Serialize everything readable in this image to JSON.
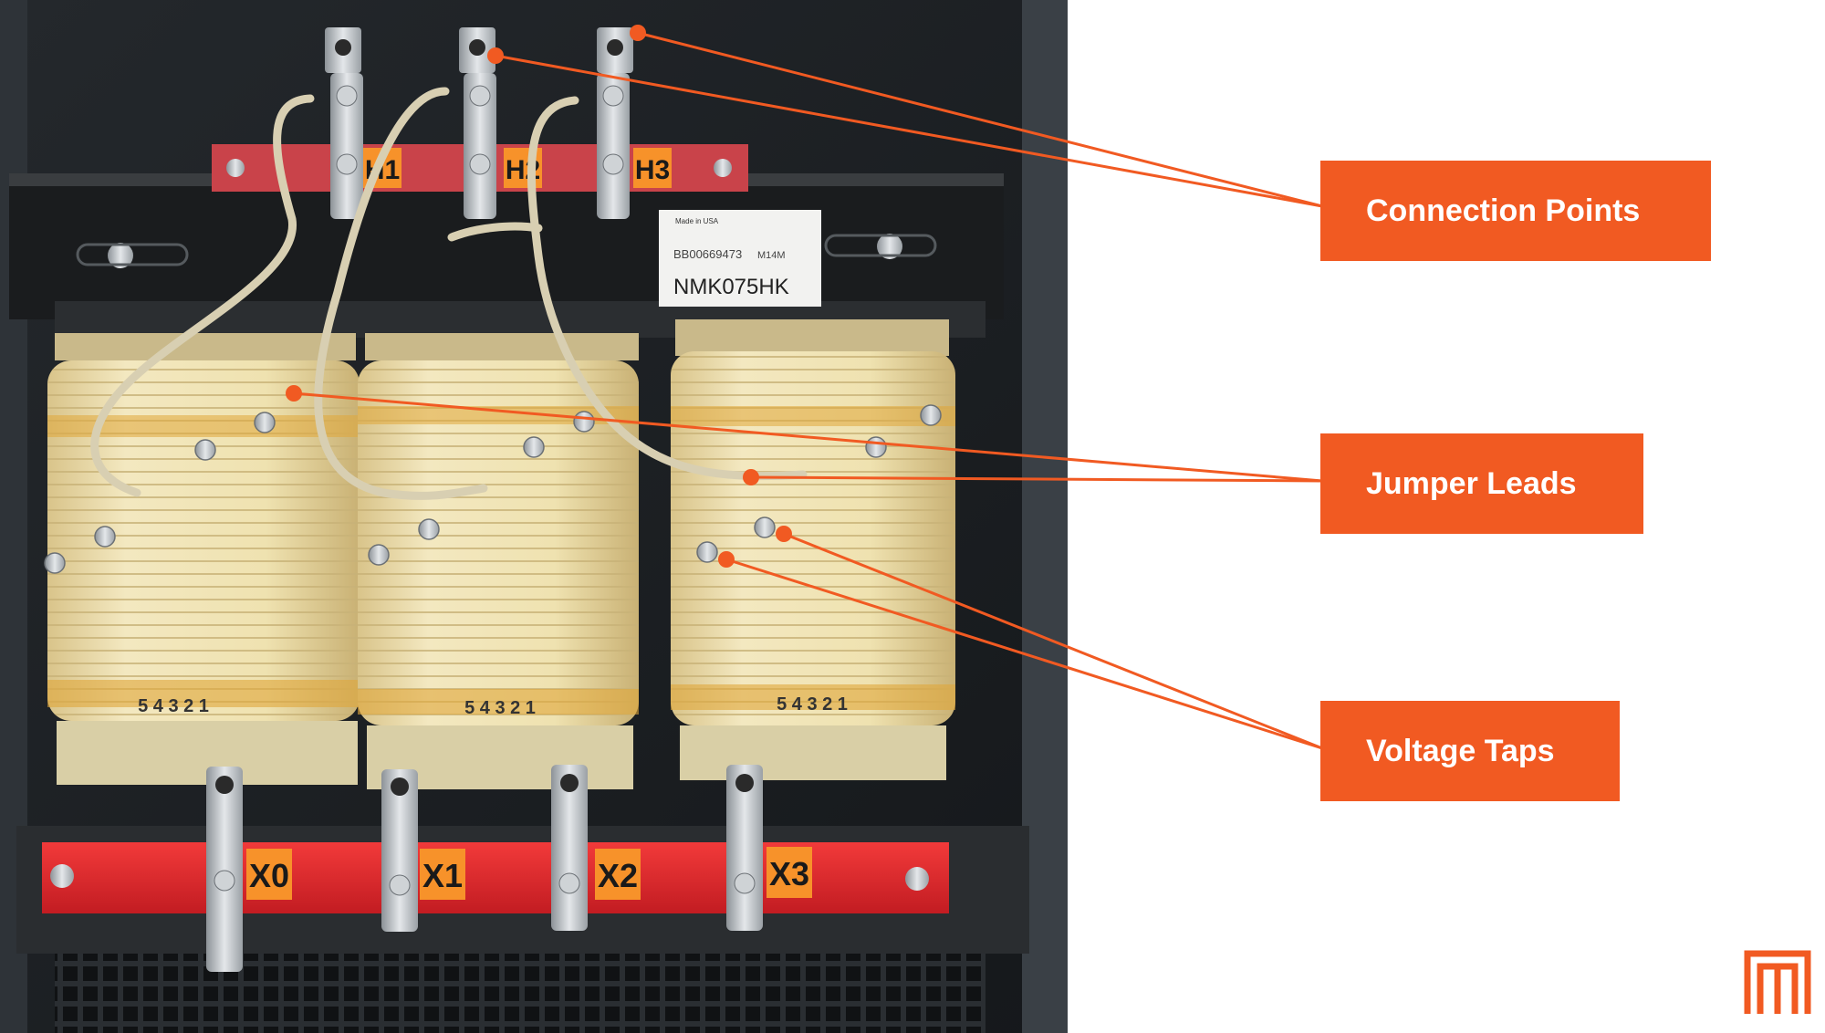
{
  "callouts": {
    "connection_points": "Connection Points",
    "jumper_leads": "Jumper Leads",
    "voltage_taps": "Voltage Taps"
  },
  "photo": {
    "primary_labels": [
      "H1",
      "H2",
      "H3"
    ],
    "secondary_labels": [
      "X0",
      "X1",
      "X2",
      "X3"
    ],
    "tap_numbers": "5 4 3 2 1",
    "nameplate_small": "Made in USA",
    "nameplate_serial": "BB00669473",
    "nameplate_code": "M14M",
    "nameplate_model": "NMK075HK"
  },
  "colors": {
    "accent": "#f15a22",
    "busbar_red": "#e8262a",
    "coil_cream": "#efe2b0",
    "enclosure_dark": "#1c2024"
  },
  "icons": {
    "logo": "brand-mark-icon"
  }
}
